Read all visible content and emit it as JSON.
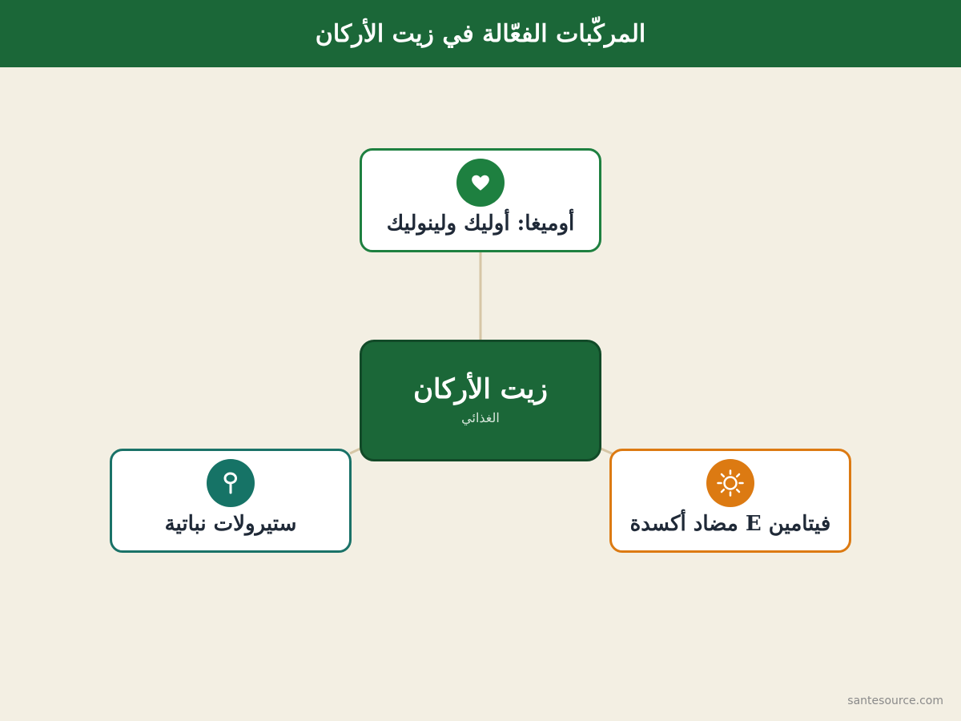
{
  "header": {
    "title": "المركّبات الفعّالة في زيت الأركان"
  },
  "center": {
    "title": "زيت الأركان",
    "subtitle": "الغذائي"
  },
  "nodes": [
    {
      "label": "أوميغا: أوليك ولينوليك",
      "icon": "heart-icon",
      "color": "#1e8040"
    },
    {
      "label": "ستيرولات نباتية",
      "icon": "sprout-icon",
      "color": "#167366"
    },
    {
      "label": "فيتامين E مضاد أكسدة",
      "icon": "sun-icon",
      "color": "#dc7a12"
    }
  ],
  "colors": {
    "header_bg": "#1b6738",
    "background": "#f3efe3",
    "connector": "#d6c6a6"
  },
  "footer": {
    "source": "santesource.com"
  }
}
